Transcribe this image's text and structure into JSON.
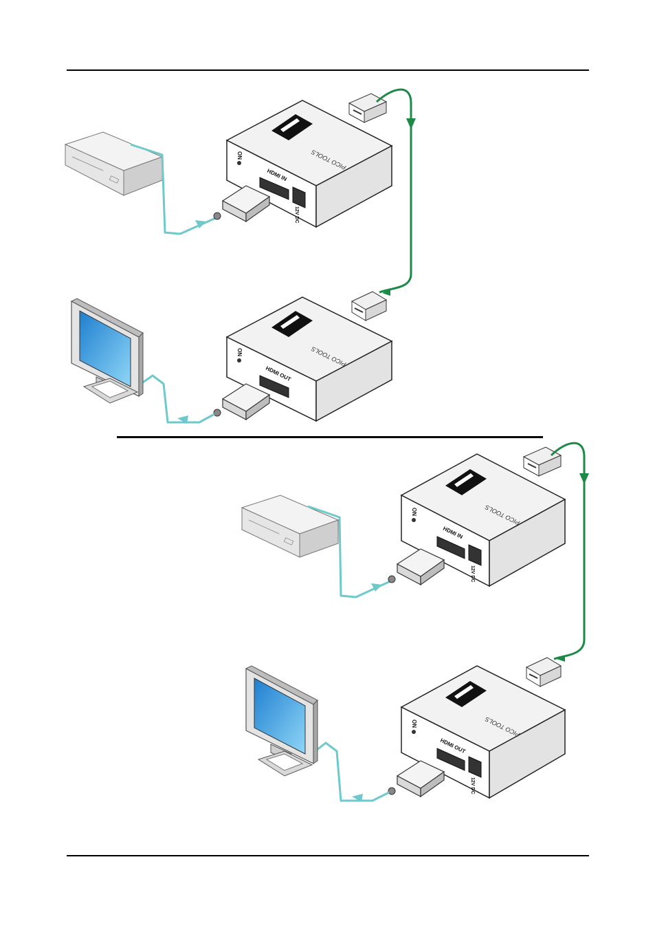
{
  "colors": {
    "hdmi_cable": "#6ec9cc",
    "twisted_pair": "#1c8a46",
    "device_top": "#f2f2f2",
    "device_front": "#ffffff",
    "device_side": "#e3e3e3",
    "screen": "#2f9de3",
    "outline": "#222222"
  },
  "diagrams": [
    {
      "transmitter": {
        "port_label": "HDMI IN",
        "power_label": "12V DC",
        "on_label": "ON",
        "brand_label": "PICO TOOLS"
      },
      "receiver": {
        "port_label": "HDMI OUT",
        "on_label": "ON",
        "brand_label": "PICO TOOLS"
      }
    },
    {
      "transmitter": {
        "port_label": "HDMI IN",
        "power_label": "12V DC",
        "on_label": "ON",
        "brand_label": "PICO TOOLS"
      },
      "receiver": {
        "port_label": "HDMI OUT",
        "power_label": "12V DC",
        "on_label": "ON",
        "brand_label": "PICO TOOLS"
      }
    }
  ]
}
